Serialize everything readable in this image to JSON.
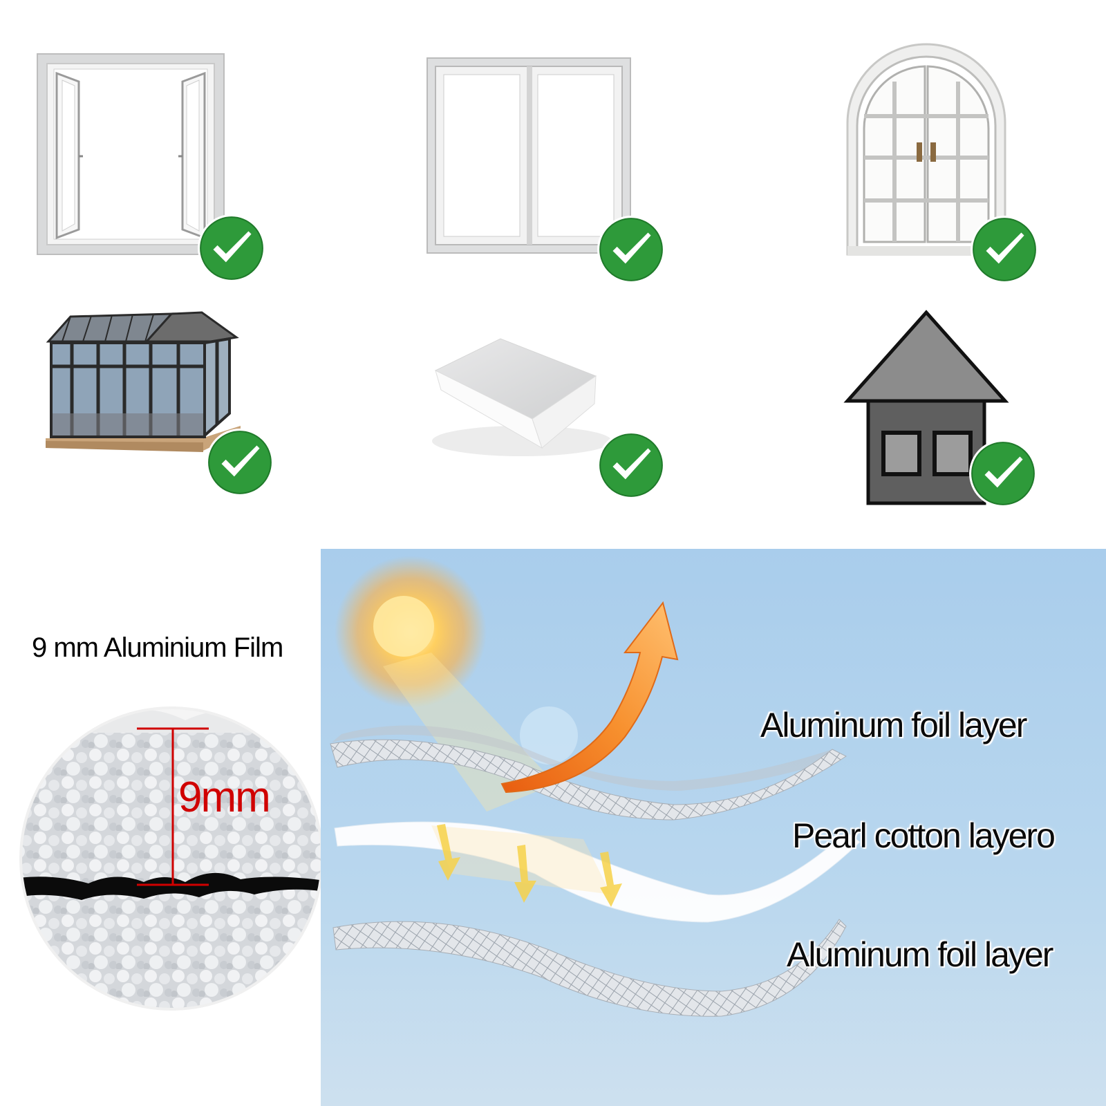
{
  "applications": [
    {
      "name": "casement-window",
      "icon": "casement-window-icon"
    },
    {
      "name": "sliding-window",
      "icon": "sliding-window-icon"
    },
    {
      "name": "arched-window",
      "icon": "arched-window-icon"
    },
    {
      "name": "sunroom",
      "icon": "sunroom-icon"
    },
    {
      "name": "box",
      "icon": "box-icon"
    },
    {
      "name": "house",
      "icon": "house-icon"
    }
  ],
  "check_icon": "check-badge-icon",
  "film": {
    "title": "9 mm Aluminium Film",
    "thickness_label": "9mm"
  },
  "layers": {
    "top": "Aluminum foil layer",
    "middle": "Pearl cotton layero",
    "bottom": "Aluminum foil layer"
  },
  "colors": {
    "check_green": "#2e9a3a",
    "panel_blue": "#b4d4ec",
    "measure_red": "#d00000",
    "arrow_orange": "#f08a2a"
  }
}
